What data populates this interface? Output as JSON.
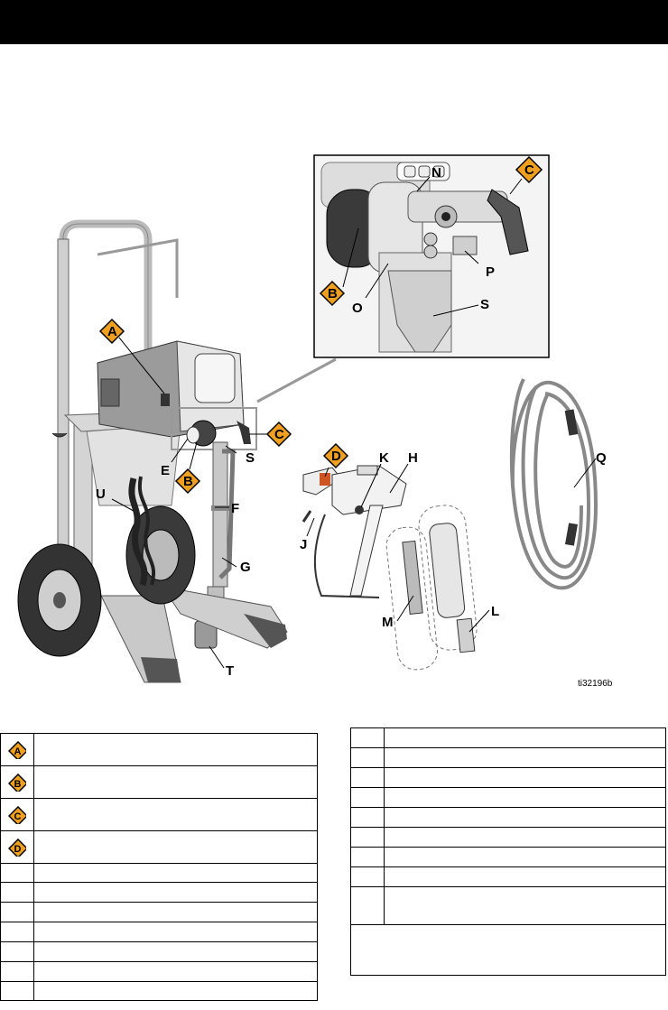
{
  "header": {
    "bar_color": "#000000"
  },
  "figure": {
    "callouts": {
      "warning": [
        "A",
        "B",
        "C",
        "D"
      ],
      "letters": [
        "E",
        "F",
        "G",
        "H",
        "J",
        "K",
        "L",
        "M",
        "N",
        "O",
        "P",
        "Q",
        "S",
        "T",
        "U"
      ]
    },
    "figure_code": "ti32196b",
    "warning_fill": "#f0a020"
  },
  "left_table": {
    "warning_rows": [
      "A",
      "B",
      "C",
      "D"
    ],
    "rows": [
      "",
      "",
      "",
      "",
      "",
      "",
      ""
    ]
  },
  "right_table": {
    "rows": [
      "",
      "",
      "",
      "",
      "",
      "",
      "",
      "",
      ""
    ]
  }
}
